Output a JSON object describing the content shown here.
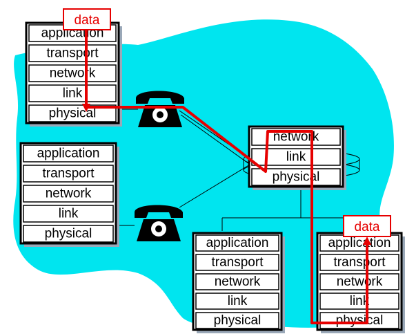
{
  "layers": [
    "application",
    "transport",
    "network",
    "link",
    "physical"
  ],
  "router_layers": [
    "network",
    "link",
    "physical"
  ],
  "data_label": "data",
  "colors": {
    "cloud": "#00e5ef",
    "path": "#e60000",
    "box_border": "#000000",
    "box_fill": "#ffffff",
    "shadow": "#9aa8b8"
  },
  "icons": [
    "telephone-icon",
    "telephone-icon",
    "router-icon"
  ]
}
